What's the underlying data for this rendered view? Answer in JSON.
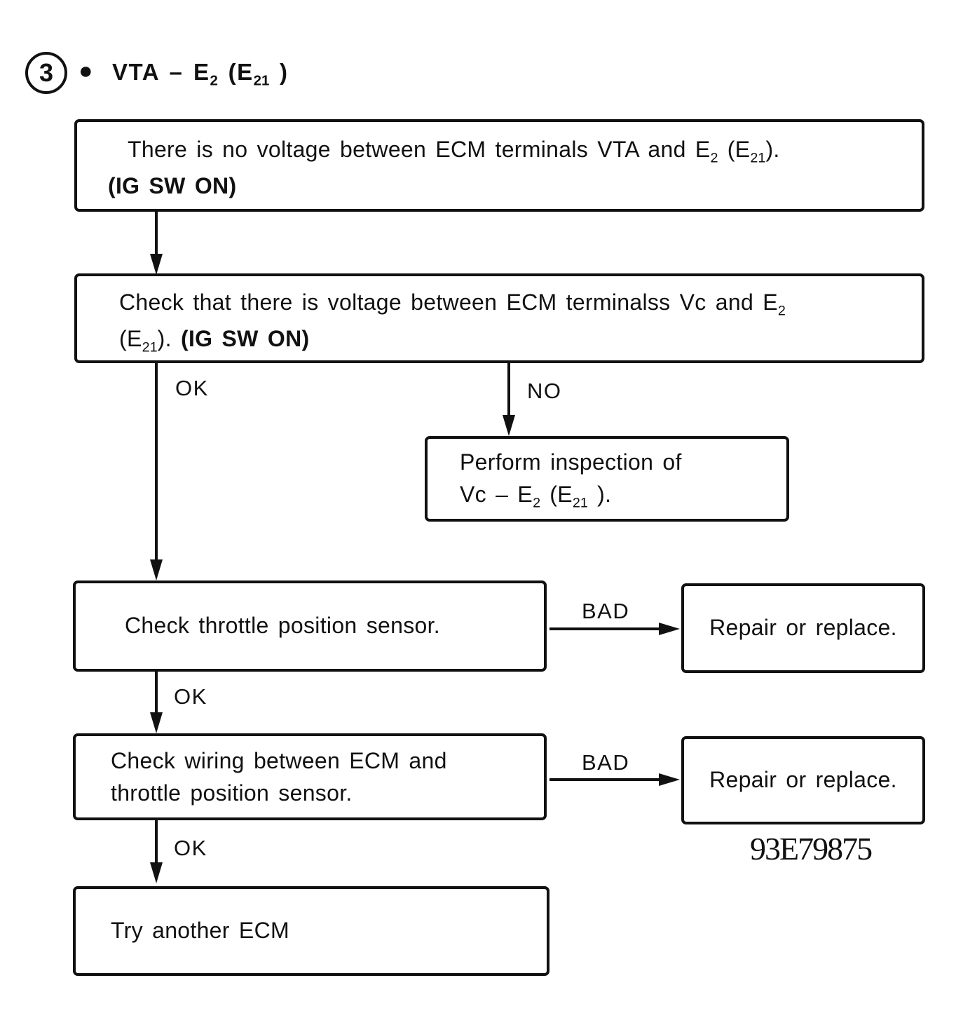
{
  "colors": {
    "ink": "#111111",
    "paper": "#ffffff"
  },
  "header": {
    "step_number": "3",
    "bullet_glyph": "●",
    "title": "VTA – E_{2} (E_{21} )"
  },
  "flow": {
    "box_no_voltage": {
      "line1": "There is no voltage between ECM terminals VTA and E_{2} (E_{21}).",
      "line2_bold": "(IG SW ON)"
    },
    "box_check_voltage": {
      "line1": "Check that there is voltage between ECM terminalss Vc and E_{2}",
      "line2_prefix": "(E_{21}). ",
      "line2_bold": "(IG SW ON)"
    },
    "box_perform": {
      "line1": "Perform inspection of",
      "line2": "Vc – E_{2} (E_{21} )."
    },
    "box_check_tps": {
      "text": "Check throttle position sensor."
    },
    "box_repair1": {
      "text": "Repair or replace."
    },
    "box_check_wiring": {
      "line1": "Check wiring between ECM and",
      "line2": "throttle position sensor."
    },
    "box_repair2": {
      "text": "Repair or replace."
    },
    "box_try_ecm": {
      "text": "Try another ECM"
    },
    "labels": {
      "ok1": "OK",
      "no": "NO",
      "bad1": "BAD",
      "ok2": "OK",
      "bad2": "BAD",
      "ok3": "OK"
    },
    "figure_code": "93E79875"
  }
}
